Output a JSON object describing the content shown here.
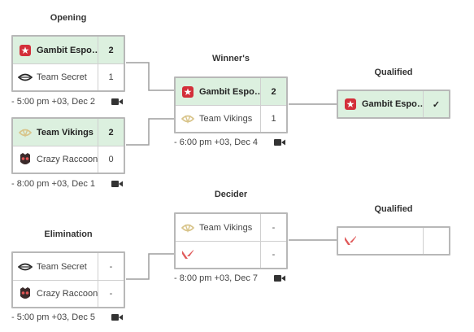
{
  "colors": {
    "win_bg": "#dcf0df",
    "border": "#b8b8b8",
    "connector": "#9e9e9e",
    "gambit_red": "#d32f3a",
    "vikings_gold": "#d8c48a",
    "raccoon_dark": "#3a2a2a",
    "valorant_red": "#e05a5a"
  },
  "headers": {
    "opening": "Opening",
    "winners": "Winner's",
    "qualified_top": "Qualified",
    "decider": "Decider",
    "elimination": "Elimination",
    "qualified_bottom": "Qualified"
  },
  "matches": {
    "opening1": {
      "teams": [
        {
          "name": "Gambit Espo…",
          "score": "2",
          "icon": "gambit-logo-icon"
        },
        {
          "name": "Team Secret",
          "score": "1",
          "icon": "team-secret-logo-icon"
        }
      ],
      "time": "-  5:00 pm +03, Dec 2"
    },
    "opening2": {
      "teams": [
        {
          "name": "Team Vikings",
          "score": "2",
          "icon": "team-vikings-logo-icon"
        },
        {
          "name": "Crazy Raccoon",
          "score": "0",
          "icon": "crazy-raccoon-logo-icon"
        }
      ],
      "time": "-  8:00 pm +03, Dec 1"
    },
    "winners": {
      "teams": [
        {
          "name": "Gambit Espo…",
          "score": "2",
          "icon": "gambit-logo-icon"
        },
        {
          "name": "Team Vikings",
          "score": "1",
          "icon": "team-vikings-logo-icon"
        }
      ],
      "time": "-  6:00 pm +03, Dec 4"
    },
    "qualified_top": {
      "team": {
        "name": "Gambit Espo…",
        "score": "✓",
        "icon": "gambit-logo-icon"
      }
    },
    "decider": {
      "teams": [
        {
          "name": "Team Vikings",
          "score": "-",
          "icon": "team-vikings-logo-icon"
        },
        {
          "name": "",
          "score": "-",
          "icon": "valorant-logo-icon"
        }
      ],
      "time": "-  8:00 pm +03, Dec 7"
    },
    "qualified_bottom": {
      "team": {
        "name": "",
        "score": "",
        "icon": "valorant-logo-icon"
      }
    },
    "elimination": {
      "teams": [
        {
          "name": "Team Secret",
          "score": "-",
          "icon": "team-secret-logo-icon"
        },
        {
          "name": "Crazy Raccoon",
          "score": "-",
          "icon": "crazy-raccoon-logo-icon"
        }
      ],
      "time": "-  5:00 pm +03, Dec 5"
    }
  }
}
